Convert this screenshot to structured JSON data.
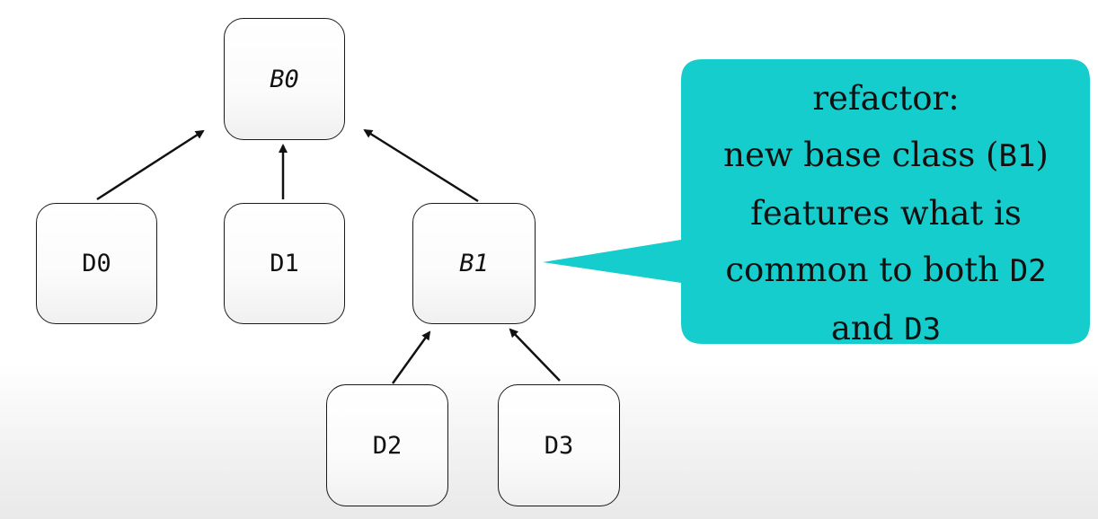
{
  "nodes": {
    "b0": "B0",
    "d0": "D0",
    "d1": "D1",
    "b1": "B1",
    "d2": "D2",
    "d3": "D3"
  },
  "callout": {
    "line1": "refactor:",
    "line2_pre": "new base class (",
    "line2_code": "B1",
    "line2_post": ")",
    "line3": "features what is",
    "line4_pre": "common to both ",
    "line4_code": "D2",
    "line5_pre": "and ",
    "line5_code": "D3"
  },
  "colors": {
    "callout_fill": "#15cdcd",
    "node_border": "#1a1a1a",
    "arrow": "#111111"
  }
}
